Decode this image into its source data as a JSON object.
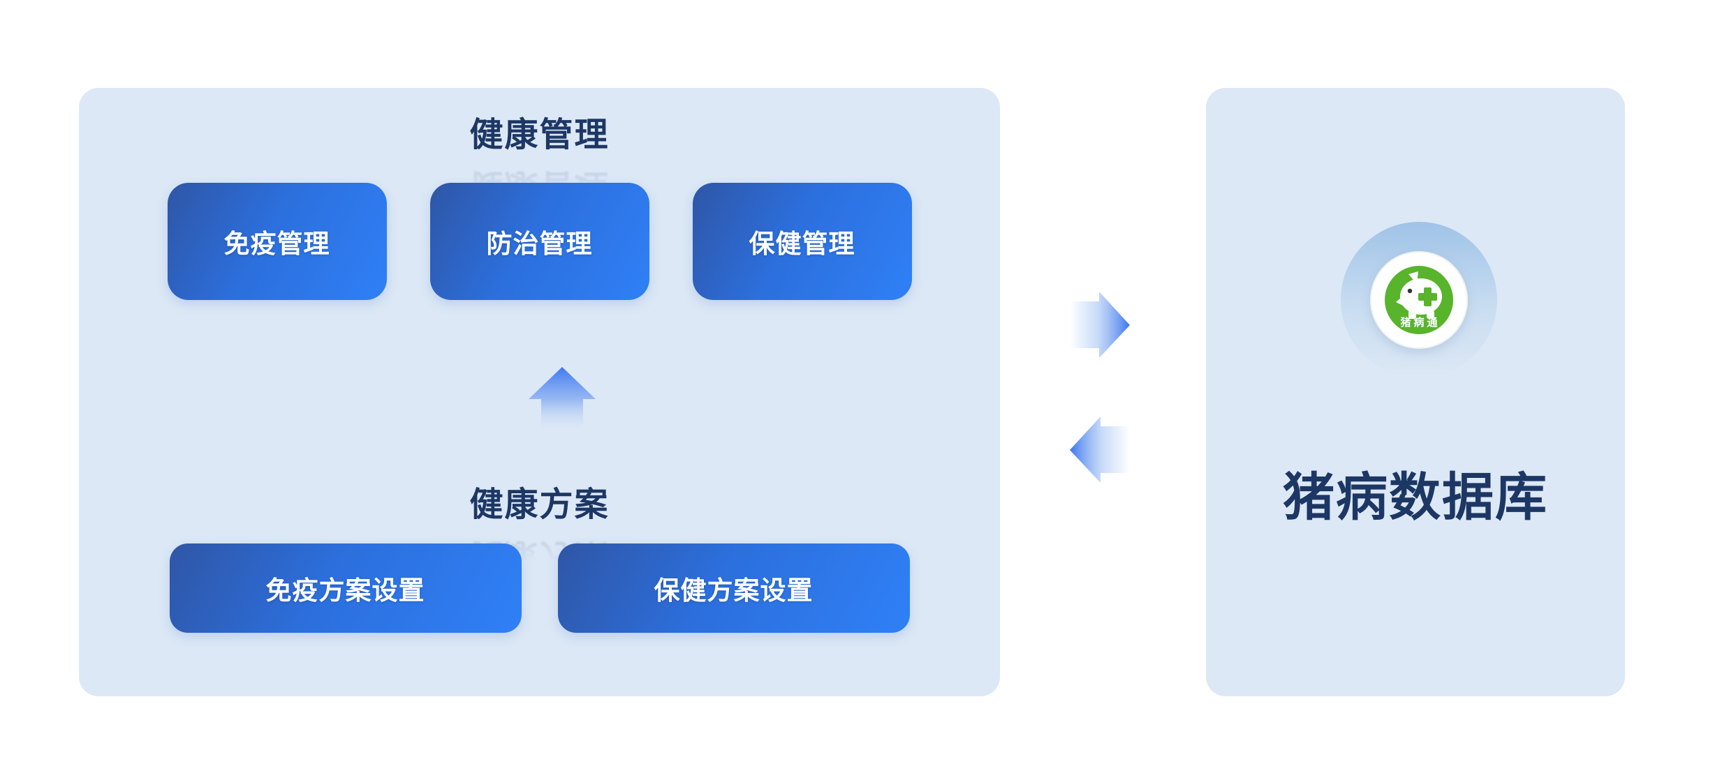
{
  "left_panel": {
    "top_section": {
      "title": "健康管理",
      "buttons": [
        "免疫管理",
        "防治管理",
        "保健管理"
      ]
    },
    "bottom_section": {
      "title": "健康方案",
      "buttons": [
        "免疫方案设置",
        "保健方案设置"
      ]
    }
  },
  "right_panel": {
    "logo_text": "猪病通",
    "title": "猪病数据库"
  },
  "icons": {
    "up_arrow": "arrow-up-icon",
    "right_arrow": "arrow-right-icon",
    "left_arrow": "arrow-left-icon",
    "pig": "pig-icon"
  },
  "colors": {
    "panel_bg": "#dce8f5",
    "button_gradient_start": "#2f56a6",
    "button_gradient_end": "#2f80f6",
    "button_text": "#ffffff",
    "title_text": "#1d3765",
    "arrow_blue": "#3a75f0",
    "up_arrow_blue": "#4079ef",
    "halo_blue": "#9fc3e7",
    "logo_green": "#58b42b"
  }
}
